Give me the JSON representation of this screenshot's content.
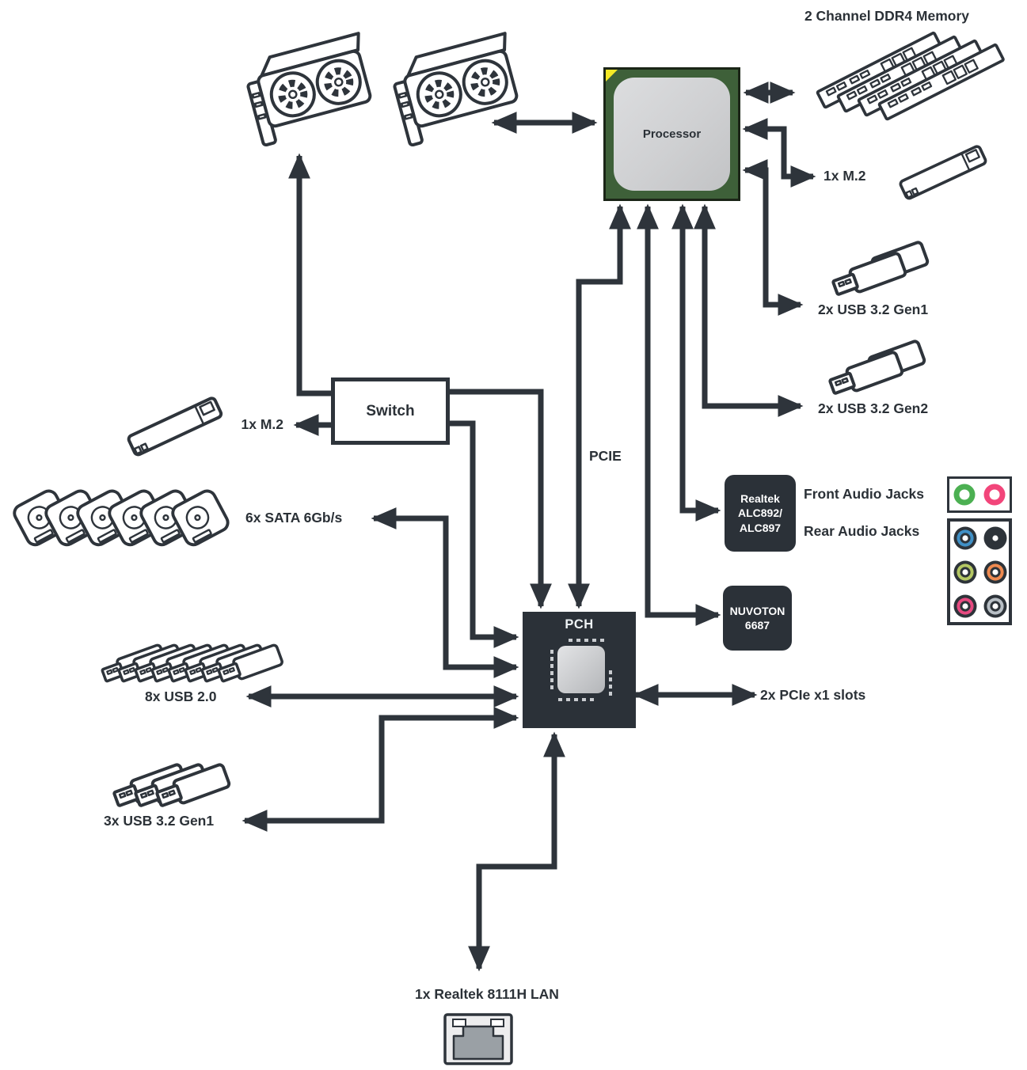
{
  "nodes": {
    "processor": {
      "label": "Processor"
    },
    "switch": {
      "label": "Switch"
    },
    "pch": {
      "label": "PCH"
    },
    "realtek_audio": {
      "line1": "Realtek",
      "line2": "ALC892/",
      "line3": "ALC897"
    },
    "nuvoton": {
      "line1": "NUVOTON",
      "line2": "6687"
    }
  },
  "labels": {
    "memory": "2 Channel DDR4 Memory",
    "m2_cpu": "1x M.2",
    "usb32_gen1_cpu": "2x USB 3.2 Gen1",
    "usb32_gen2_cpu": "2x USB 3.2 Gen2",
    "front_audio": "Front Audio Jacks",
    "rear_audio": "Rear Audio Jacks",
    "pcie": "PCIE",
    "m2_switch": "1x M.2",
    "sata": "6x SATA 6Gb/s",
    "usb20": "8x USB 2.0",
    "usb32_gen1_pch": "3x USB 3.2 Gen1",
    "pcie_x1": "2x PCIe x1 slots",
    "lan": "1x Realtek 8111H LAN"
  },
  "audio": {
    "front_jacks": [
      {
        "name": "green",
        "color": "#4cb052"
      },
      {
        "name": "pink",
        "color": "#f2457a"
      }
    ],
    "rear_jacks": [
      {
        "name": "blue",
        "color": "#4090c6"
      },
      {
        "name": "black",
        "color": "#2d3339"
      },
      {
        "name": "lime",
        "color": "#b4c763"
      },
      {
        "name": "orange",
        "color": "#ee8a50"
      },
      {
        "name": "pink",
        "color": "#e64a80"
      },
      {
        "name": "silver",
        "color": "#b8bfc5"
      }
    ]
  },
  "colors": {
    "line": "#2e343b",
    "label_text": "#2b3137",
    "chip_box_fill": "#2b3138",
    "chip_box_text": "#f2f6f7",
    "processor_green": "#3e6039",
    "processor_border": "#1b2517",
    "processor_die": "#ced0d2",
    "corner_marker_yellow": "#f5e926",
    "lan_port_gray": "#9aa0a5"
  },
  "icons": {
    "gpu_primary": "graphics-card-icon",
    "gpu_secondary": "graphics-card-icon",
    "memory": "ddr4-dimm-modules-icon",
    "m2_cpu": "m2-ssd-icon",
    "m2_switch": "m2-ssd-icon",
    "usb32_gen1_cpu": "usb-flash-drives-icon",
    "usb32_gen2_cpu": "usb-flash-drives-icon",
    "sata": "hard-disk-drives-icon",
    "usb20": "usb-flash-drives-icon",
    "usb32_gen1_pch": "usb-flash-drives-icon",
    "lan": "ethernet-port-icon"
  }
}
